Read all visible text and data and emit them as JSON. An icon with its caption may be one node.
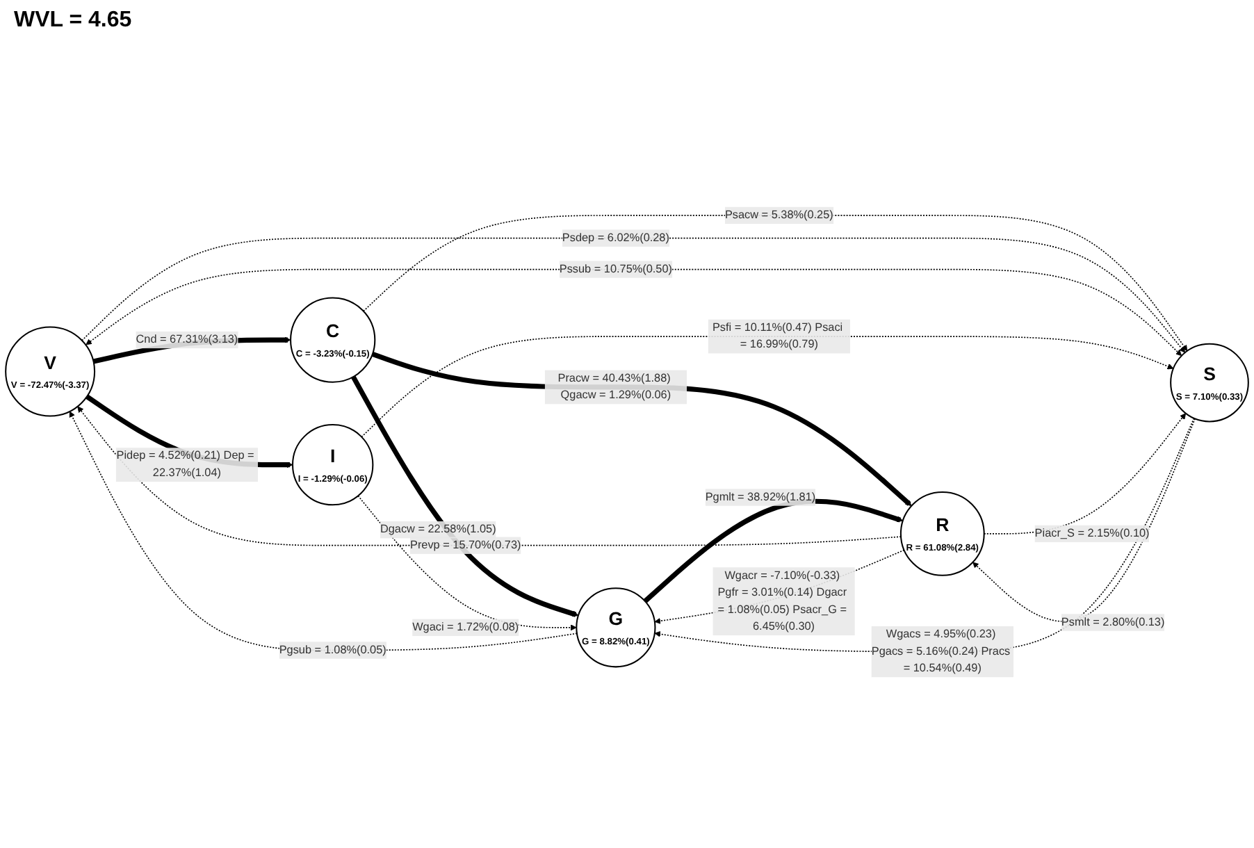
{
  "diagram": {
    "nodes": [
      {
        "text": [
          "V",
          "V = -72.47%(-3.37)"
        ]
      },
      {
        "text": [
          "C",
          "C = -3.23%(-0.15)"
        ]
      },
      {
        "text": [
          "I",
          "I = -1.29%(-0.06)"
        ]
      },
      {
        "text": [
          "G",
          "G = 8.82%(0.41)"
        ]
      },
      {
        "text": [
          "S",
          "S = 7.10%(0.33)"
        ]
      },
      {
        "text": [
          "R",
          "R = 61.08%(2.84)"
        ]
      }
    ],
    "edges": [
      {
        "from": 0,
        "to": 1,
        "arrow": "to",
        "label": "Cnd = 67.31%(3.13)",
        "style": "thick"
      },
      {
        "from": 0,
        "to": 2,
        "arrow": "to",
        "label": "Pidep = 4.52%(0.21) Dep = 22.37%(1.04)",
        "style": "thick"
      },
      {
        "from": 1,
        "to": 3,
        "arrow": "to",
        "label": "Dgacw = 22.58%(1.05)",
        "style": "thick"
      },
      {
        "from": 1,
        "to": 5,
        "arrow": "to",
        "label": "Pracw = 40.43%(1.88) Qgacw = 1.29%(0.06)",
        "style": "thick"
      },
      {
        "from": 3,
        "to": 0,
        "arrow": "to",
        "label": "Pgsub = 1.08%(0.05)",
        "style": "dashed"
      },
      {
        "from": 1,
        "to": 4,
        "arrow": "to",
        "label": "Psacw = 5.38%(0.25)",
        "style": "dashed"
      },
      {
        "from": 2,
        "to": 3,
        "arrow": "to",
        "label": "Wgaci = 1.72%(0.08)",
        "style": "dashed"
      },
      {
        "from": 5,
        "to": 0,
        "arrow": "to",
        "label": "Prevp = 15.70%(0.73)",
        "style": "dashed"
      },
      {
        "from": 0,
        "to": 4,
        "arrow": "to",
        "label": "Psdep = 6.02%(0.28)",
        "style": "dashed"
      },
      {
        "from": 0,
        "to": 4,
        "arrow": "both",
        "label": "Pssub = 10.75%(0.50)",
        "style": "dashed"
      },
      {
        "from": 2,
        "to": 4,
        "arrow": "to",
        "label": "Psfi = 10.11%(0.47) Psaci = 16.99%(0.79)",
        "style": "dashed"
      },
      {
        "from": 4,
        "to": 3,
        "arrow": "to",
        "label": "Wgacs = 4.95%(0.23) Pgacs = 5.16%(0.24) Pracs = 10.54%(0.49)",
        "style": "dashed"
      },
      {
        "from": 3,
        "to": 5,
        "arrow": "to",
        "label": "Pgmlt = 38.92%(1.81)",
        "style": "thick"
      },
      {
        "from": 5,
        "to": 3,
        "arrow": "to",
        "label": "Wgacr = -7.10%(-0.33) Pgfr = 3.01%(0.14) Dgacr = 1.08%(0.05) Psacr_G = 6.45%(0.30)",
        "style": "dashed"
      },
      {
        "from": 5,
        "to": 4,
        "arrow": "to",
        "label": "Piacr_S = 2.15%(0.10)",
        "style": "dashed"
      },
      {
        "from": 4,
        "to": 5,
        "arrow": "to",
        "label": "Psmlt = 2.80%(0.13)",
        "style": "dashed"
      }
    ],
    "labels": [
      "WVL = 4.65"
    ]
  }
}
